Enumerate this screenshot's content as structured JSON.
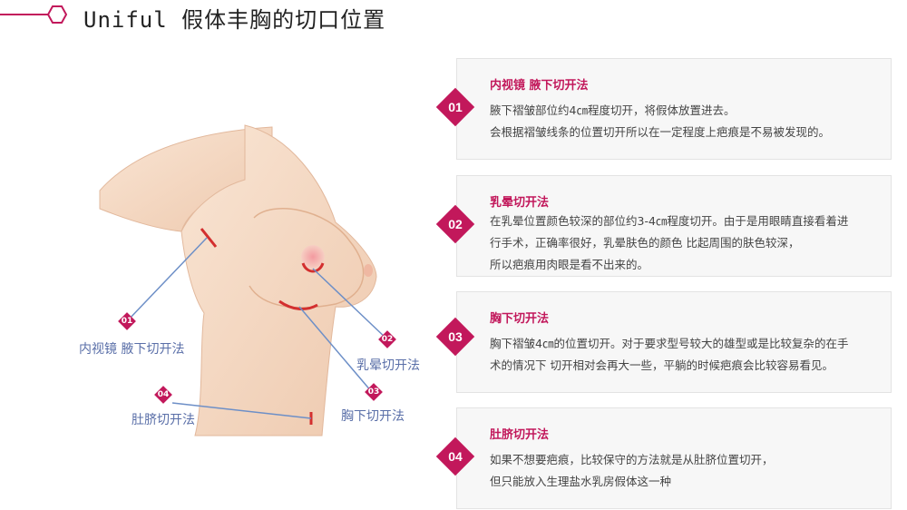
{
  "header": {
    "title": "Uniful 假体丰胸的切口位置"
  },
  "figure": {
    "labels": [
      {
        "num": "01",
        "text": "内视镜 腋下切开法"
      },
      {
        "num": "02",
        "text": "乳晕切开法"
      },
      {
        "num": "03",
        "text": "胸下切开法"
      },
      {
        "num": "04",
        "text": "肚脐切开法"
      }
    ]
  },
  "methods": [
    {
      "num": "01",
      "title": "内视镜 腋下切开法",
      "lines": [
        "腋下褶皱部位约4㎝程度切开，将假体放置进去。",
        "会根据褶皱线条的位置切开所以在一定程度上疤痕是不易被发现的。"
      ]
    },
    {
      "num": "02",
      "title": "乳晕切开法",
      "lines": [
        "在乳晕位置颜色较深的部位约3-4㎝程度切开。由于是用眼睛直接看着进",
        "行手术，正确率很好，乳晕肤色的颜色 比起周围的肤色较深，",
        "所以疤痕用肉眼是看不出来的。"
      ]
    },
    {
      "num": "03",
      "title": "胸下切开法",
      "lines": [
        "胸下褶皱4㎝的位置切开。对于要求型号较大的雄型或是比较复杂的在手",
        "术的情况下 切开相对会再大一些，平躺的时候疤痕会比较容易看见。"
      ]
    },
    {
      "num": "04",
      "title": "肚脐切开法",
      "lines": [
        "如果不想要疤痕，比较保守的方法就是从肚脐位置切开，",
        "但只能放入生理盐水乳房假体这一种"
      ]
    }
  ],
  "colors": {
    "accent": "#c2185b",
    "label": "#5a6fa8",
    "skin": "#f6dcc7",
    "incision": "#d32f2f"
  },
  "icons": [
    "hexagon-icon",
    "diamond-badge-icon"
  ]
}
